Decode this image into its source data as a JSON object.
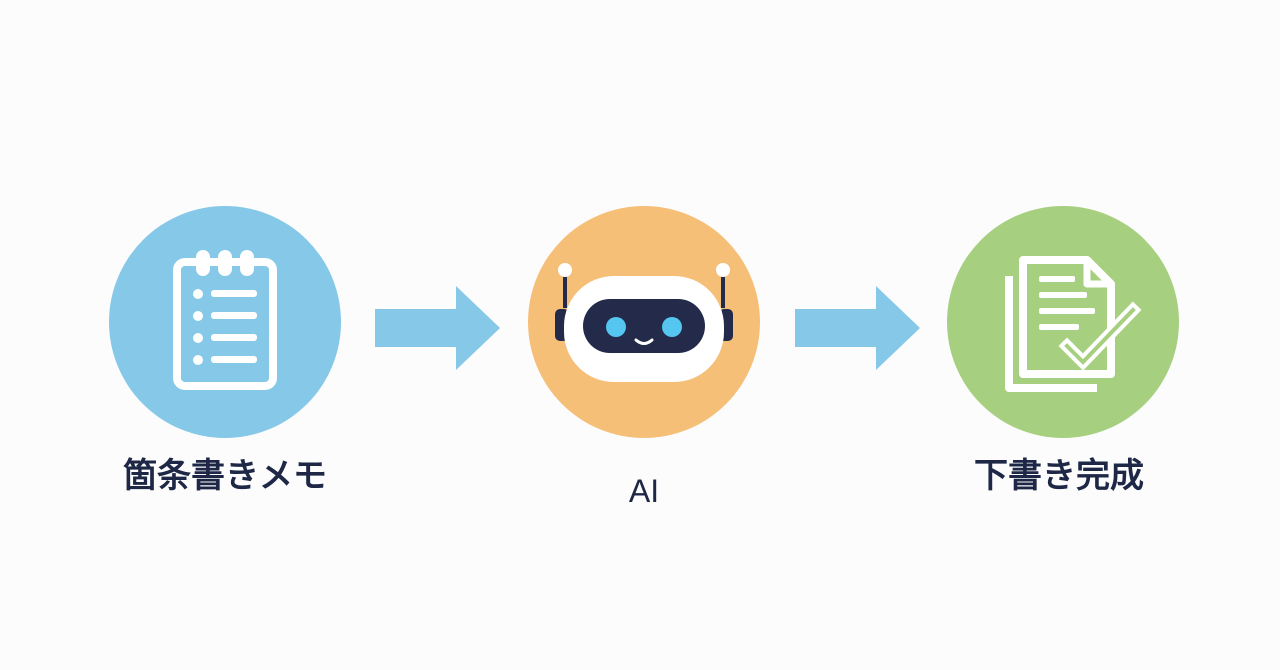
{
  "colors": {
    "memo_circle": "#86c8e8",
    "ai_circle": "#f6bf78",
    "done_circle": "#a6d07f",
    "arrow": "#86c8e8",
    "label_text": "#1e2746",
    "robot_face": "#232a4a",
    "robot_eye": "#55c6f0"
  },
  "steps": [
    {
      "label": "箇条書きメモ",
      "icon": "notepad-list-icon"
    },
    {
      "label": "AI",
      "icon": "robot-icon"
    },
    {
      "label": "下書き完成",
      "icon": "document-check-icon"
    }
  ],
  "connectors": [
    "arrow-right-icon",
    "arrow-right-icon"
  ]
}
